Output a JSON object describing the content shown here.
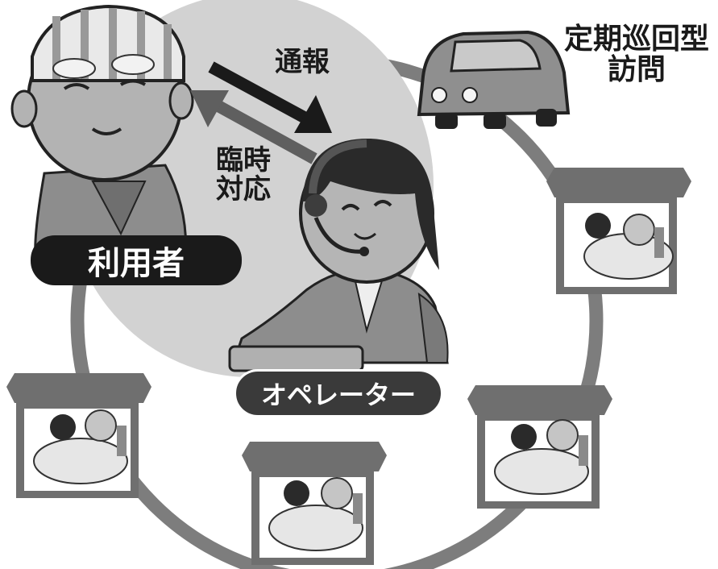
{
  "labels": {
    "report": "通報",
    "emergency_line1": "臨時",
    "emergency_line2": "対応",
    "user": "利用者",
    "operator": "オペレーター",
    "regular_visit_line1": "定期巡回型",
    "regular_visit_line2": "訪問"
  }
}
